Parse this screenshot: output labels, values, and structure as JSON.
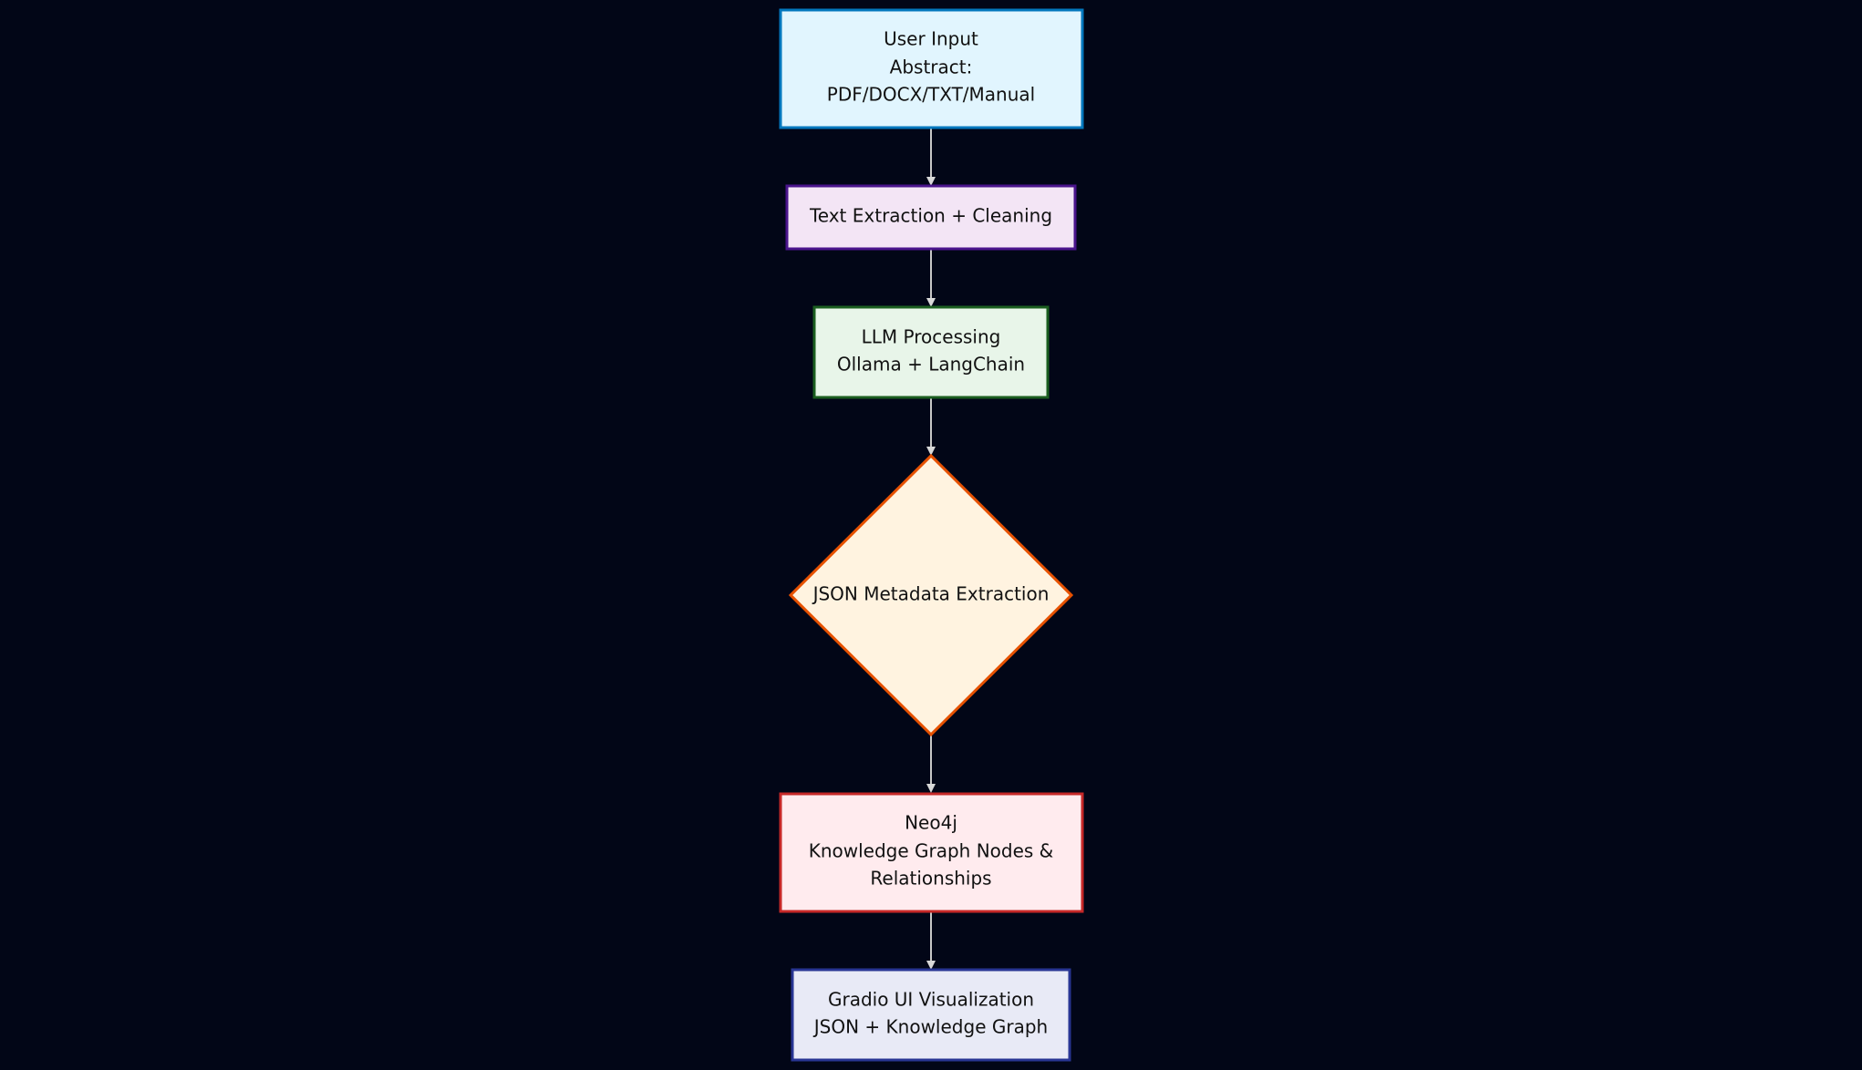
{
  "nodes": [
    {
      "id": "user-input",
      "lines": [
        "User Input",
        "Abstract:",
        "PDF/DOCX/TXT/Manual"
      ],
      "fill": "#e1f5fe",
      "stroke": "#0277bd"
    },
    {
      "id": "text-extraction",
      "lines": [
        "Text Extraction + Cleaning"
      ],
      "fill": "#f3e5f5",
      "stroke": "#4a148c"
    },
    {
      "id": "llm-processing",
      "lines": [
        "LLM Processing",
        "Ollama + LangChain"
      ],
      "fill": "#e8f5e9",
      "stroke": "#1b5e20"
    },
    {
      "id": "json-metadata",
      "lines": [
        "JSON Metadata Extraction"
      ],
      "fill": "#fff3e0",
      "stroke": "#e65100"
    },
    {
      "id": "neo4j",
      "lines": [
        "Neo4j",
        "Knowledge Graph Nodes &",
        "Relationships"
      ],
      "fill": "#ffebee",
      "stroke": "#c62828"
    },
    {
      "id": "gradio-ui",
      "lines": [
        "Gradio UI Visualization",
        "JSON + Knowledge Graph"
      ],
      "fill": "#e8eaf6",
      "stroke": "#283593"
    }
  ],
  "edges": [
    {
      "from": "user-input",
      "to": "text-extraction"
    },
    {
      "from": "text-extraction",
      "to": "llm-processing"
    },
    {
      "from": "llm-processing",
      "to": "json-metadata"
    },
    {
      "from": "json-metadata",
      "to": "neo4j"
    },
    {
      "from": "neo4j",
      "to": "gradio-ui"
    }
  ]
}
